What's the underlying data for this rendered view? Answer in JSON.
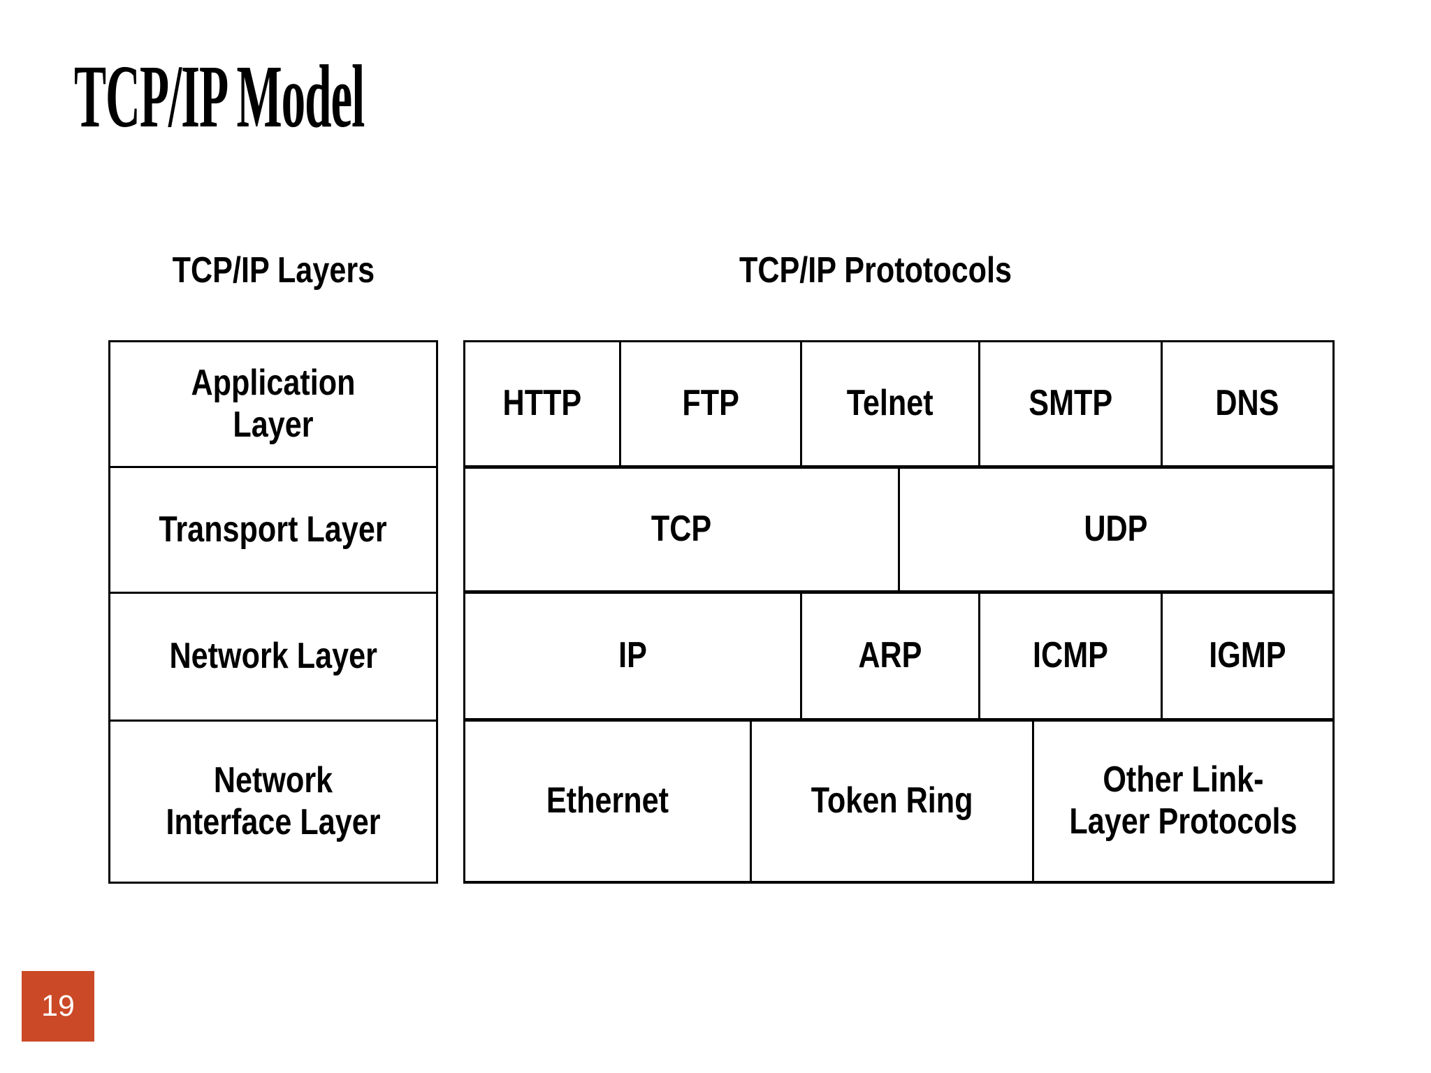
{
  "slide": {
    "title": "TCP/IP Model",
    "page_number": "19",
    "accent_color": "#CB4927",
    "border_color": "#000000",
    "background_color": "#FFFFFF"
  },
  "section_headers": {
    "left": "TCP/IP Layers",
    "right": "TCP/IP Prototocols"
  },
  "layers_table": {
    "rows": [
      {
        "label": "Application Layer"
      },
      {
        "label": "Transport Layer"
      },
      {
        "label": "Network Layer"
      },
      {
        "label": "Network Interface Layer"
      }
    ]
  },
  "protocols_grid": {
    "rows": [
      {
        "cells": [
          {
            "label": "HTTP"
          },
          {
            "label": "FTP"
          },
          {
            "label": "Telnet"
          },
          {
            "label": "SMTP"
          },
          {
            "label": "DNS"
          }
        ]
      },
      {
        "cells": [
          {
            "label": "TCP"
          },
          {
            "label": "UDP"
          }
        ]
      },
      {
        "cells": [
          {
            "label": "IP"
          },
          {
            "label": "ARP"
          },
          {
            "label": "ICMP"
          },
          {
            "label": "IGMP"
          }
        ]
      },
      {
        "cells": [
          {
            "label": "Ethernet"
          },
          {
            "label": "Token Ring"
          },
          {
            "label": "Other Link-Layer Protocols"
          }
        ]
      }
    ]
  }
}
